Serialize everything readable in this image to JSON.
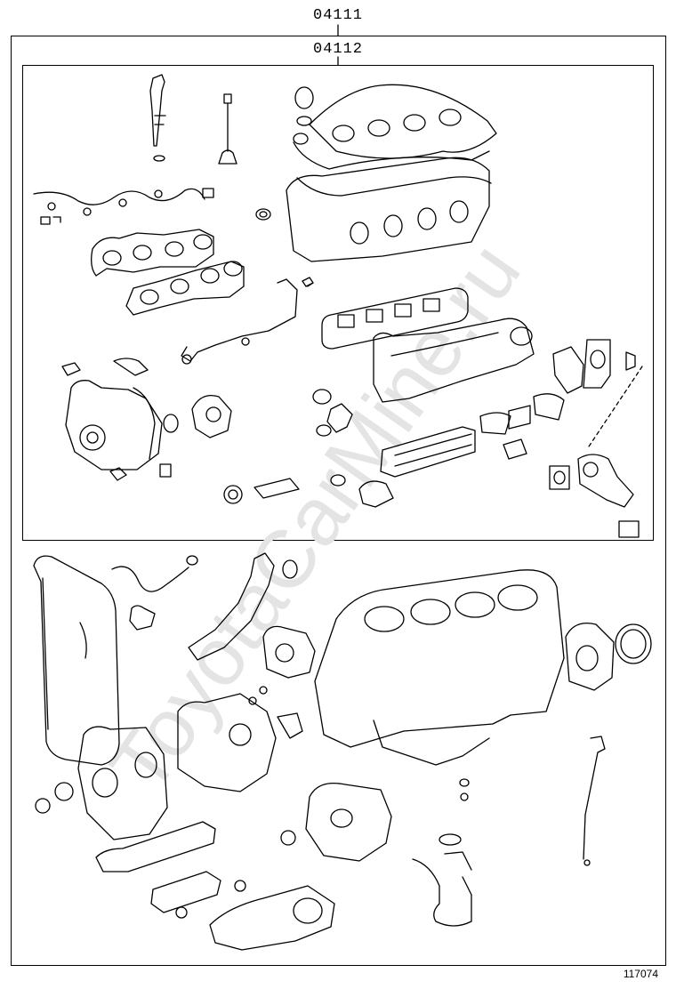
{
  "diagram": {
    "kit_label": "04111",
    "subkit_label": "04112",
    "figure_number": "117074",
    "watermark": "ToyotaCarMine.ru"
  },
  "colors": {
    "line": "#000000",
    "watermark": "#e2e2e2"
  }
}
